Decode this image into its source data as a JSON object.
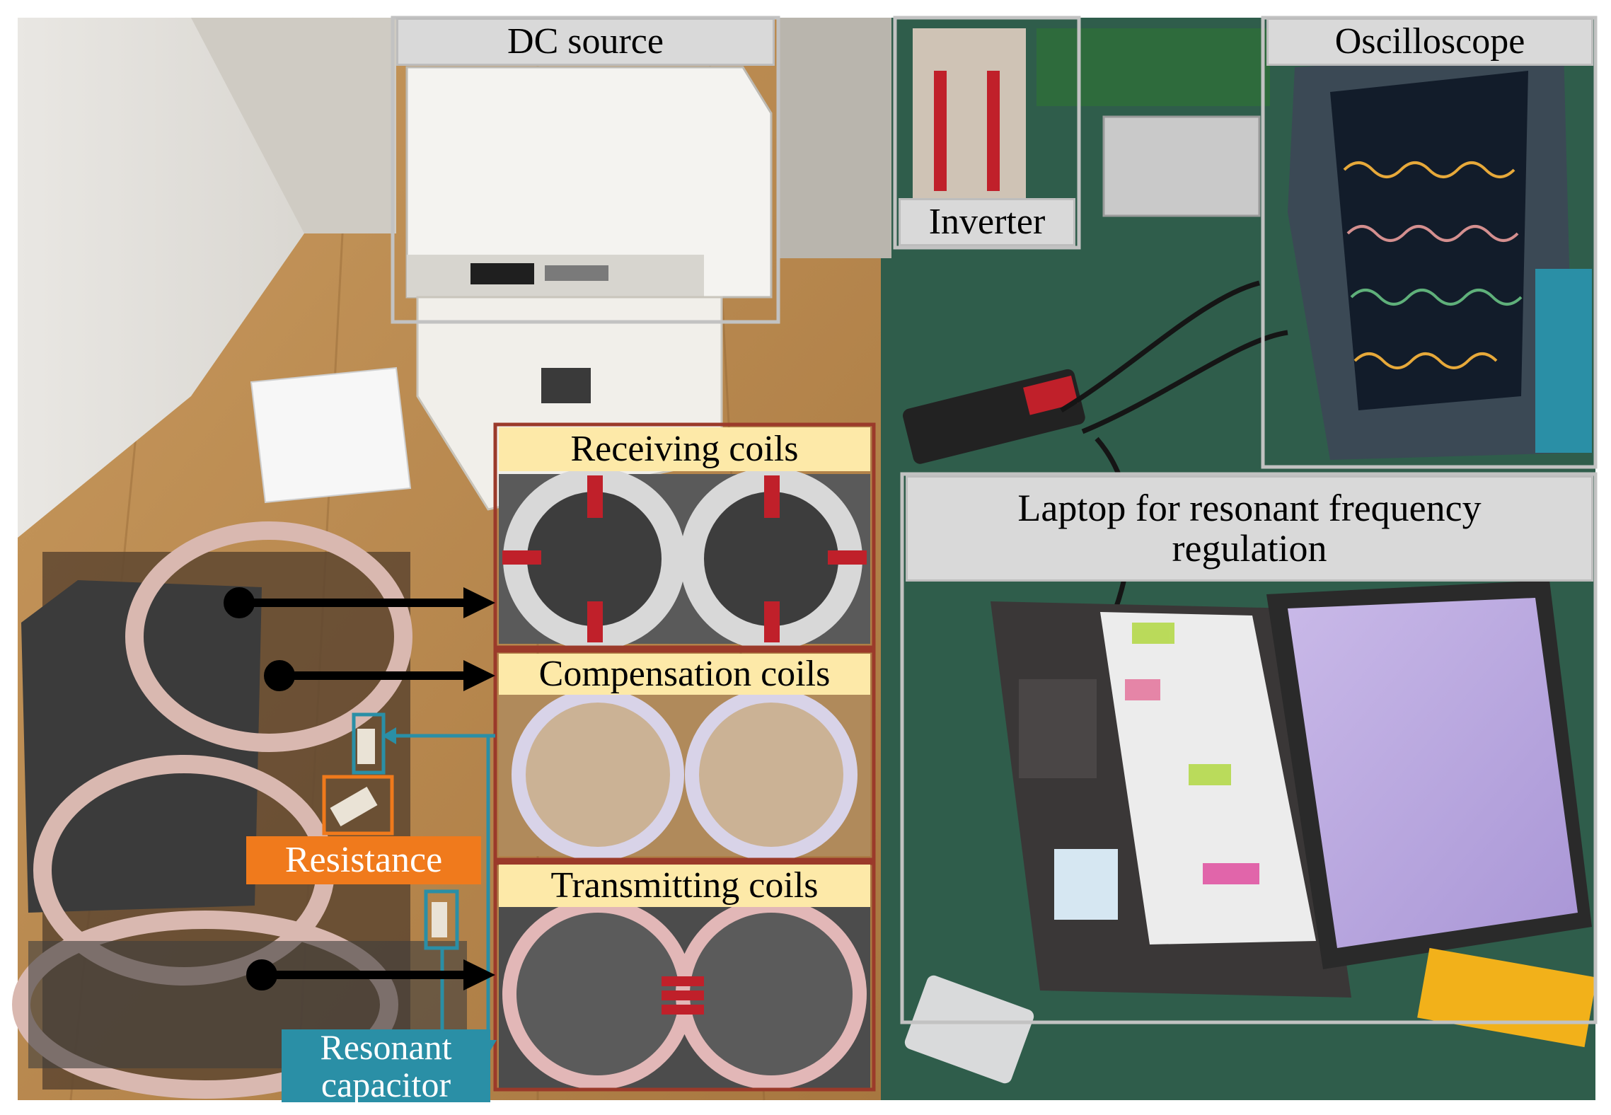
{
  "labels": {
    "dc_source": "DC source",
    "inverter": "Inverter",
    "oscilloscope": "Oscilloscope",
    "laptop_line1": "Laptop for resonant frequency",
    "laptop_line2": "regulation",
    "receiving": "Receiving coils",
    "compensation": "Compensation coils",
    "transmitting": "Transmitting  coils",
    "resistance": "Resistance",
    "capacitor_line1": "Resonant",
    "capacitor_line2": "capacitor"
  },
  "colors": {
    "label_gray": "#d9d9d9",
    "label_yellow": "#fde9a8",
    "resistance_orange": "#f07a1c",
    "capacitor_teal": "#2a8fa6",
    "frame_brown": "#9b3a2a",
    "arrow_black": "#000000"
  }
}
